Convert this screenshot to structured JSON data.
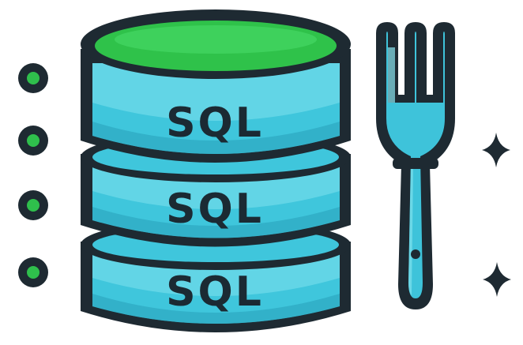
{
  "logo": {
    "disk_labels": [
      "SQL",
      "SQL",
      "SQL"
    ],
    "colors": {
      "outline": "#1e2a32",
      "disk_body": "#3fc6dc",
      "disk_highlight": "#7fe2ee",
      "disk_shadow": "#2aa3bd",
      "disk_top": "#2fc24a",
      "dot_fill": "#2fbf4c",
      "fork": "#3ec3da",
      "sparkle": "#1e2a32"
    },
    "icons": [
      "database-stack-icon",
      "fork-icon",
      "bullet-dot-icon",
      "sparkle-icon"
    ]
  }
}
